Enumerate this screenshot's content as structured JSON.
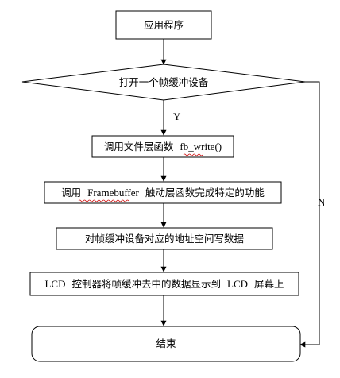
{
  "flowchart": {
    "nodes": {
      "start": {
        "label": "应用程序"
      },
      "decision": {
        "label": "打开一个帧缓冲设备"
      },
      "step1": {
        "label_cn": "调用文件层函数",
        "label_code": "fb_write()"
      },
      "step2": {
        "label_pre": "调用",
        "label_code": "Framebuffer",
        "label_post": "触动层函数完成特定的功能"
      },
      "step3": {
        "label": "对帧缓冲设备对应的地址空间写数据"
      },
      "step4": {
        "label_lcd1": "LCD",
        "label_mid": "控制器将帧缓冲去中的数据显示到",
        "label_lcd2": "LCD",
        "label_end": "屏幕上"
      },
      "end": {
        "label": "结束"
      }
    },
    "edges": {
      "yes_label": "Y",
      "no_label": "N"
    }
  },
  "colors": {
    "stroke": "#000000",
    "background": "#ffffff",
    "spellcheck_underline": "#d01010"
  }
}
